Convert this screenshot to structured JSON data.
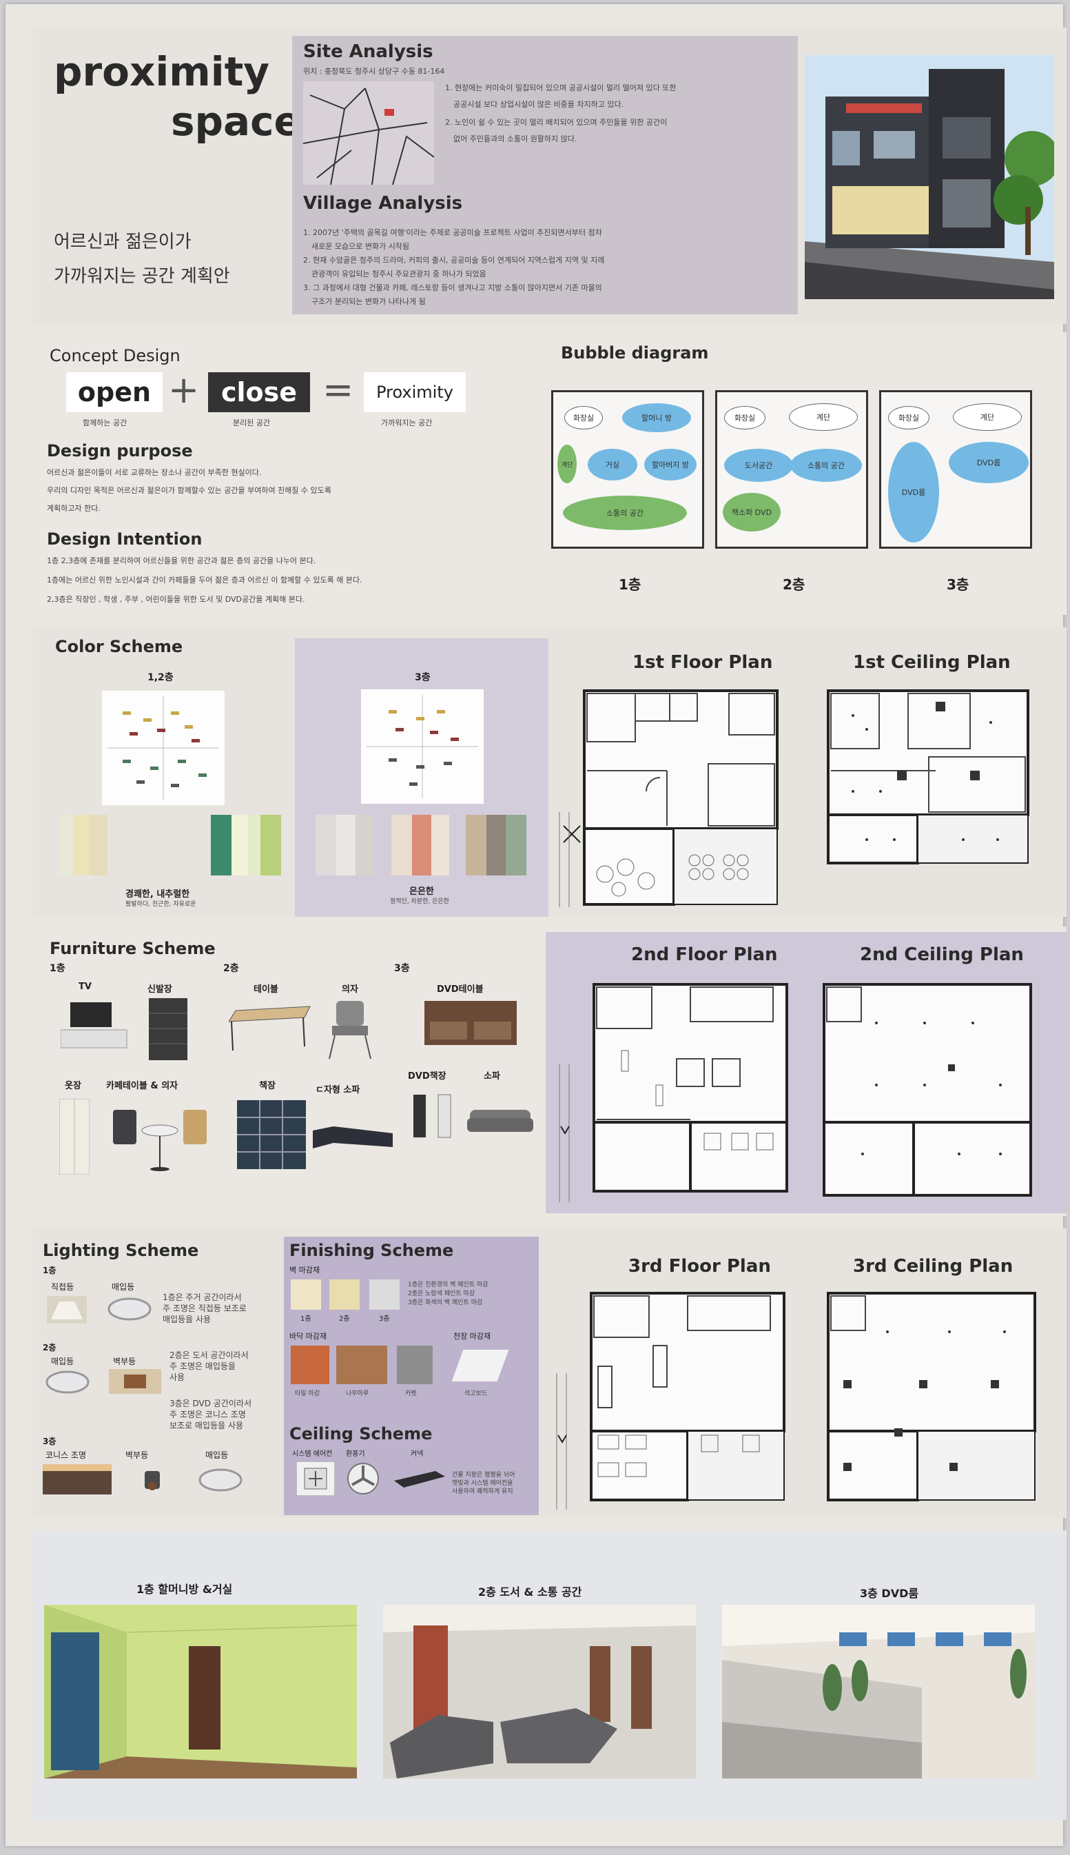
{
  "title": {
    "line1": "proximity",
    "line2": "space",
    "sub1": "어르신과 젊은이가",
    "sub2": "가까워지는 공간 계획안"
  },
  "site": {
    "heading": "Site Analysis",
    "address": "위치 : 충청북도 청주시 상당구 수동 81-164",
    "p1": "1. 현장에는 커미숙이 밀집되어 있으며 공공시설이 멀리 떨어져 있다 또한",
    "p1b": "공공시설 보다 상업시설이 많은 비중을 차지하고 있다.",
    "p2": "2. 노인이 쉴 수 있는 곳이 멀리 배치되어 있으며 주민들을 위한 공간이",
    "p2b": "없어 주민들과의 소통이 원활하지 않다."
  },
  "village": {
    "heading": "Village Analysis",
    "p1": "1. 2007년 '주택의 골목길 여행'이라는 주제로 공공미술 프로젝트 사업이 추진되면서부터 점차",
    "p1b": "새로운 모습으로 변화가 시작됨",
    "p2": "2. 현재 수암골은 청주의 드라마, 커피의 출시, 공공미술 등이 연계되어 지역스럽게 지역 및 지례",
    "p2b": "관광객이 유입되는 청주시 주요관광지 중 하나가 되었음",
    "p3": "3. 그 과정에서 대형 건물과 카페, 레스토랑 등이 생겨나고 지방 소통이 많아지면서 기존 마을의",
    "p3b": "구조가 분리되는 변화가 나타나게 됨"
  },
  "concept": {
    "heading": "Concept Design",
    "open": "open",
    "plus": "+",
    "close": "close",
    "equals": "=",
    "result": "Proximity",
    "open_cap": "함께하는 공간",
    "close_cap": "분리된 공간",
    "result_cap": "가까워지는 공간",
    "purpose_heading": "Design purpose",
    "purpose1": "어르신과 젊은이들이 서로 교류하는 장소나 공간이 부족한 현실이다.",
    "purpose2": "우리의 디자인 목적은 어르신과 젊은이가 함께할수 있는 공간을 부여하여 친해질 수 있도록",
    "purpose3": "계획하고자 한다.",
    "intention_heading": "Design Intention",
    "int1": "1층 2,3층에 존재를 분리하여 어르신들을 위한 공간과 젊은 층의 공간을 나누어 본다.",
    "int2": "1층에는 어르신 위한 노인시설과 간이 카페들을 두어 젊은 층과 어르신 이 함께할 수 있도록 해 본다.",
    "int3": "2,3층은 직장인 , 학생 , 주부 , 어린이들을 위한 도서 및 DVD공간을 계획해 본다."
  },
  "bubble": {
    "heading": "Bubble diagram",
    "f1": {
      "label": "1층",
      "a": "화장실",
      "b": "할머니 방",
      "c": "계단",
      "d": "거실",
      "e": "할아버지 방",
      "f": "소통의 공간"
    },
    "f2": {
      "label": "2층",
      "a": "화장실",
      "b": "계단",
      "c": "도서공간",
      "d": "소통의 공간",
      "e": "책소파 DVD"
    },
    "f3": {
      "label": "3층",
      "a": "화장실",
      "b": "계단",
      "c": "DVD룸",
      "d": "DVD룸"
    }
  },
  "color": {
    "heading": "Color Scheme",
    "a_label": "1,2층",
    "b_label": "3층",
    "a_cap": "경쾌한, 내추럴한",
    "a_sub": "활발하다, 친근한, 자유로운",
    "b_cap": "은은한",
    "b_sub": "정적인, 차분한, 은은한",
    "a_swatches": [
      "#e9ead6",
      "#ece3b9",
      "#e5dcbc",
      "#ffffff",
      "#ffffff",
      "#ffffff",
      "#3d8a6e",
      "#f2f2d8",
      "#b8cf7c"
    ],
    "b_swatches": [
      "#dcdbda",
      "#e9e7e4",
      "#d6d2ce",
      "#e9ddd0",
      "#d98c78",
      "#efe2d6",
      "#c5b49a",
      "#8e857b",
      "#93a992"
    ]
  },
  "plans": {
    "f1": "1st Floor Plan",
    "c1": "1st Ceiling Plan",
    "f2": "2nd Floor Plan",
    "c2": "2nd Ceiling Plan",
    "f3": "3rd Floor Plan",
    "c3": "3rd Ceiling Plan"
  },
  "furniture": {
    "heading": "Furniture Scheme",
    "l1": "1층",
    "l2": "2층",
    "l3": "3층",
    "tv": "TV",
    "shoe": "신발장",
    "table": "테이블",
    "chair": "의자",
    "dvdtable": "DVD테이블",
    "closet": "옷장",
    "cafe": "카페테이블 & 의자",
    "bookshelf": "책장",
    "sofa_d": "ㄷ자형 소파",
    "dvdshelf": "DVD책장",
    "sofa": "소파"
  },
  "lighting": {
    "heading": "Lighting Scheme",
    "l1": "1층",
    "l2": "2층",
    "l3": "3층",
    "a": "직접등",
    "b": "매입등",
    "c": "매입등",
    "d": "벽부등",
    "e": "코니스 조명",
    "f": "벽부등",
    "g": "매입등",
    "t1a": "1층은 주거 공간이라서",
    "t1b": "주 조명은 직접등 보조로",
    "t1c": "매입등을 사용",
    "t2a": "2층은 도서 공간이라서",
    "t2b": "주 조명은 매입등을",
    "t2c": "사용",
    "t3a": "3층은 DVD 공간이라서",
    "t3b": "주 조명은 코니스 조명",
    "t3c": "보조로 매입등을 사용"
  },
  "finishing": {
    "heading": "Finishing Scheme",
    "wall": "벽 마감재",
    "w1": "1층",
    "w2": "2층",
    "w3": "3층",
    "wall_note1": "1층은 친환경의 벽 페인트 마감",
    "wall_note2": "2층은 노랑색 페인트 마감",
    "wall_note3": "3층은 회색의 벽 페인트 마감",
    "floor": "바닥 마감재",
    "ceiling": "천장 마감재",
    "fl1": "타일 마감",
    "fl2": "나무마루",
    "fl3": "카펫",
    "cl1": "석고보드"
  },
  "ceiling_scheme": {
    "heading": "Ceiling Scheme",
    "a": "시스템 에어컨",
    "b": "환풍기",
    "c": "커넥",
    "note1": "건물 지붕은 평평을 뉘어",
    "note2": "햇빛과 시스템 에어컨을",
    "note3": "사용하여 쾌적하게 유지"
  },
  "renders": {
    "r1": "1층 할머니방 &거실",
    "r2": "2층 도서 & 소통 공간",
    "r3": "3층 DVD룸"
  }
}
